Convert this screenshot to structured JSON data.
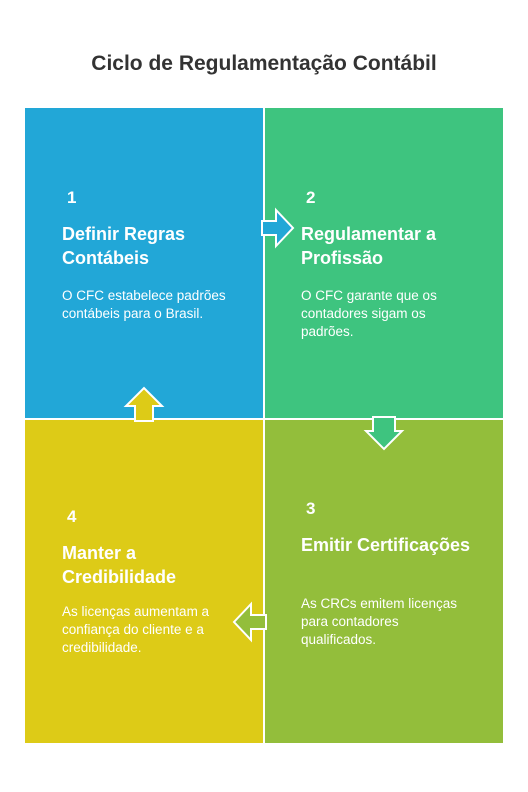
{
  "title": "Ciclo de Regulamentação Contábil",
  "colors": {
    "step1": "#22a7d7",
    "step2": "#3ec47f",
    "step3": "#93be3b",
    "step4": "#ddcb17"
  },
  "steps": [
    {
      "number": "1",
      "title": "Definir Regras Contábeis",
      "description": "O CFC estabelece padrões contábeis para o Brasil."
    },
    {
      "number": "2",
      "title": "Regulamentar a Profissão",
      "description": "O CFC garante que os contadores sigam os padrões."
    },
    {
      "number": "3",
      "title": "Emitir Certificações",
      "description": "As CRCs emitem licenças para contadores qualificados."
    },
    {
      "number": "4",
      "title": "Manter a Credibilidade",
      "description": "As licenças aumentam a confiança do cliente e a credibilidade."
    }
  ]
}
